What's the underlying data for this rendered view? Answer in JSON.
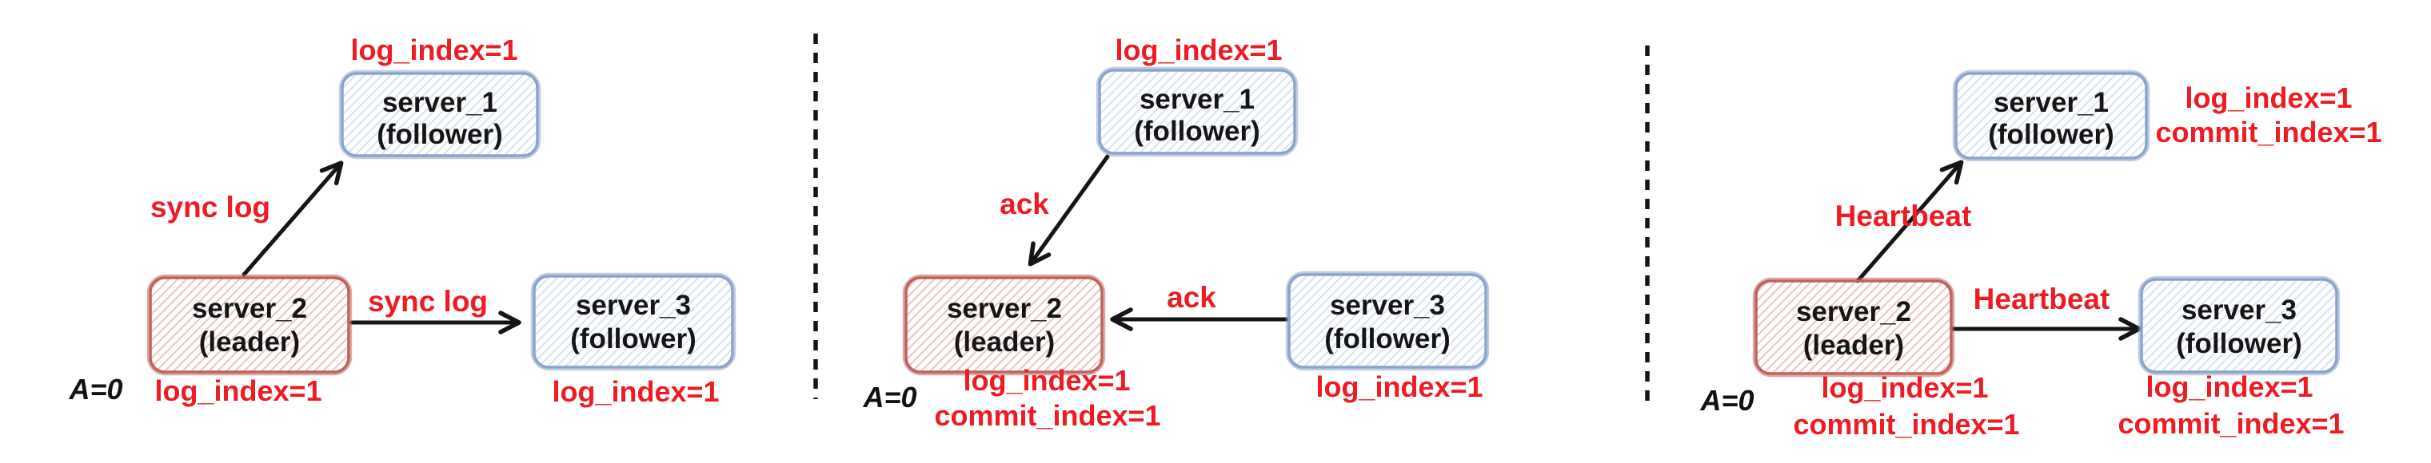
{
  "diagram": {
    "background": "#ffffff",
    "colors": {
      "annotation_red": "#ee1b22",
      "leader_stroke": "#bf625c",
      "leader_hatch": "#ecc4c0",
      "follower_stroke": "#8aa3cb",
      "follower_hatch": "#d8e2f0",
      "arrow_black": "#151515",
      "text_black": "#151515"
    },
    "panels": [
      {
        "id": "log-sync",
        "a_label": "A=0",
        "servers": {
          "s1": {
            "name": "server_1",
            "role": "(follower)",
            "note1": "log_index=1"
          },
          "s2": {
            "name": "server_2",
            "role": "(leader)",
            "note1": "log_index=1"
          },
          "s3": {
            "name": "server_3",
            "role": "(follower)",
            "note1": "log_index=1"
          }
        },
        "edges": {
          "to_s1": "sync log",
          "to_s3": "sync log"
        }
      },
      {
        "id": "ack",
        "a_label": "A=0",
        "servers": {
          "s1": {
            "name": "server_1",
            "role": "(follower)",
            "note1": "log_index=1"
          },
          "s2": {
            "name": "server_2",
            "role": "(leader)",
            "note1": "log_index=1",
            "note2": "commit_index=1"
          },
          "s3": {
            "name": "server_3",
            "role": "(follower)",
            "note1": "log_index=1"
          }
        },
        "edges": {
          "from_s1": "ack",
          "from_s3": "ack"
        }
      },
      {
        "id": "heartbeat-commit",
        "a_label": "A=0",
        "servers": {
          "s1": {
            "name": "server_1",
            "role": "(follower)",
            "note1": "log_index=1",
            "note2": "commit_index=1"
          },
          "s2": {
            "name": "server_2",
            "role": "(leader)",
            "note1": "log_index=1",
            "note2": "commit_index=1"
          },
          "s3": {
            "name": "server_3",
            "role": "(follower)",
            "note1": "log_index=1",
            "note2": "commit_index=1"
          }
        },
        "edges": {
          "to_s1": "Heartbeat",
          "to_s3": "Heartbeat"
        }
      }
    ]
  }
}
